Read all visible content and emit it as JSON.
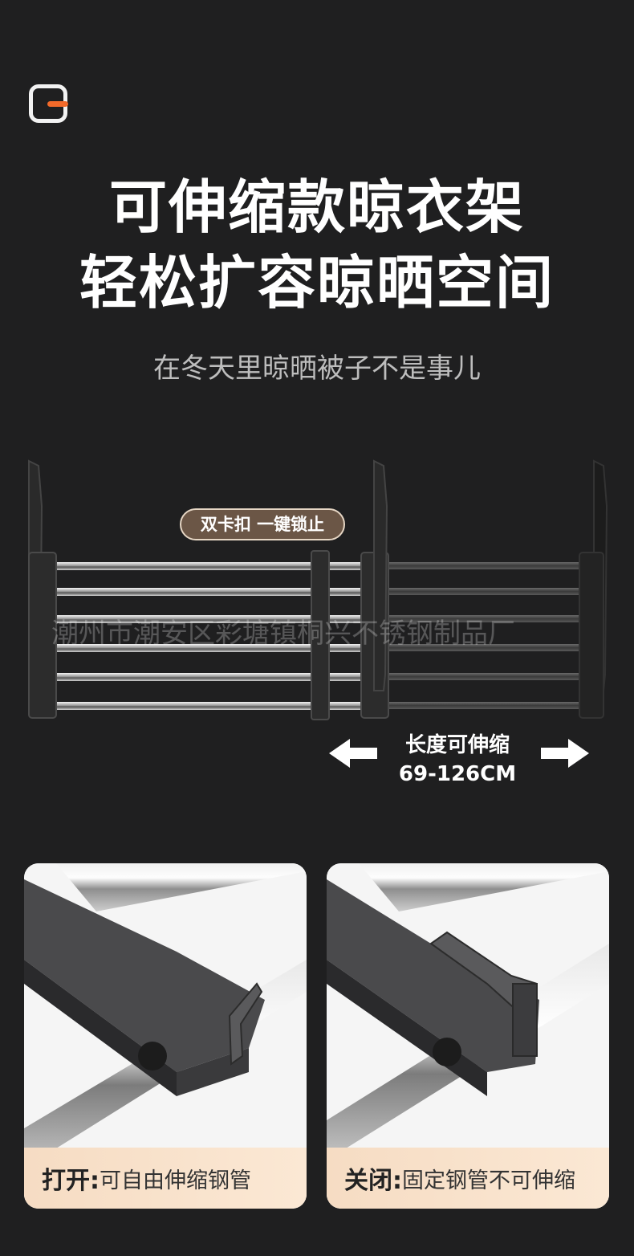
{
  "headline": {
    "line1": "可伸缩款晾衣架",
    "line2": "轻松扩容晾晒空间"
  },
  "subtitle": "在冬天里晾晒被子不是事儿",
  "badge": "双卡扣 一键锁止",
  "watermark": "潮州市潮安区彩塘镇桐兴不锈钢制品厂",
  "length": {
    "title": "长度可伸缩",
    "range": "69-126CM"
  },
  "cards": [
    {
      "label": "打开:",
      "text": "可自由伸缩钢管"
    },
    {
      "label": "关闭:",
      "text": "固定钢管不可伸缩"
    }
  ],
  "colors": {
    "background": "#1f1f20",
    "accent": "#f26a2a",
    "badge": "#6b5646",
    "caption": "#f6dcc3"
  },
  "icons": {
    "logo": "rounded-square-logo-icon",
    "left_arrow": "arrow-left-icon",
    "right_arrow": "arrow-right-icon"
  }
}
